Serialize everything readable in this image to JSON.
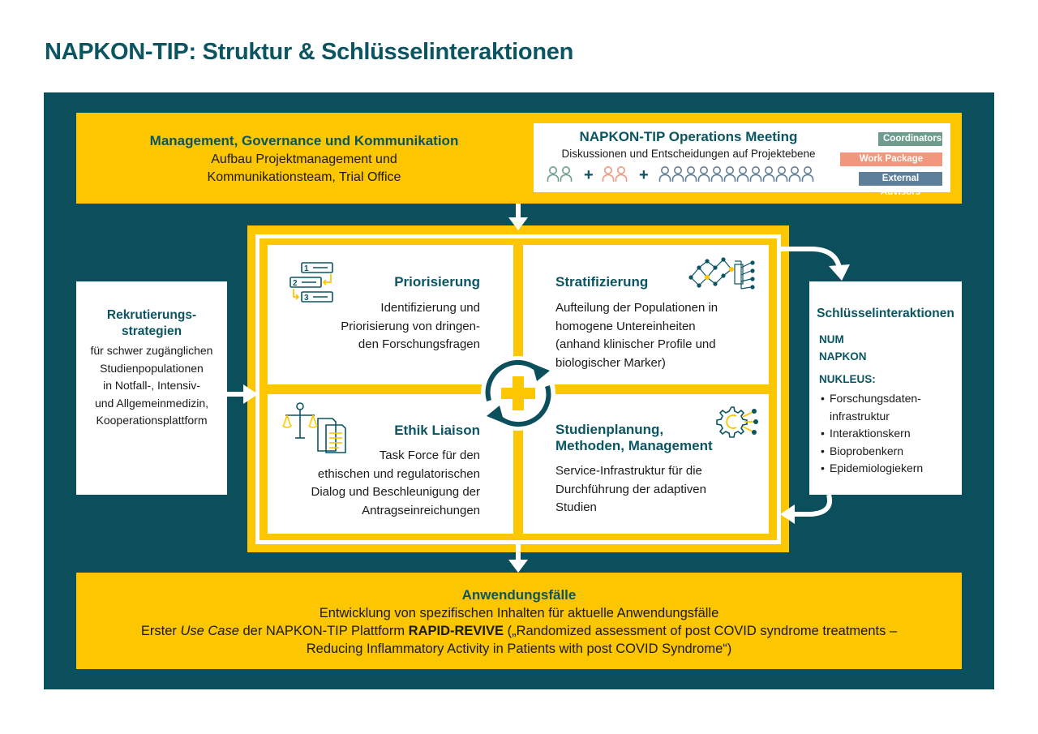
{
  "title": "NAPKON-TIP: Struktur & Schlüsselinteraktionen",
  "management": {
    "title": "Management, Governance und Kommunikation",
    "line1": "Aufbau Projektmanagement und",
    "line2": "Kommunikationsteam, Trial Office"
  },
  "operations_meeting": {
    "title": "NAPKON-TIP Operations Meeting",
    "subtitle": "Diskussionen und Entscheidungen auf Projektebene",
    "plus": "+",
    "legend": [
      {
        "label": "Coordinators",
        "color": "#6e9c8f"
      },
      {
        "label": "Work Package leaders",
        "color": "#f0977d"
      },
      {
        "label": "External Advisors",
        "color": "#5d7f99"
      }
    ]
  },
  "recruitment": {
    "title_line1": "Rekrutierungs-",
    "title_line2": "strategien",
    "lines": [
      "für schwer zugänglichen",
      "Studienpopulationen",
      "in Notfall-, Intensiv-",
      "und Allgemeinmedizin,",
      "Kooperationsplattform"
    ]
  },
  "quadrants": {
    "priorisierung": {
      "title": "Priorisierung",
      "lines": [
        "Identifizierung und",
        "Priorisierung von dringen-",
        "den Forschungsfragen"
      ],
      "icon_labels": [
        "1",
        "2",
        "3"
      ]
    },
    "stratifizierung": {
      "title": "Stratifizierung",
      "lines": [
        "Aufteilung der Populationen in",
        "homogene Untereinheiten",
        "(anhand klinischer Profile und",
        "biologischer Marker)"
      ]
    },
    "ethik": {
      "title": "Ethik Liaison",
      "lines": [
        "Task Force für den",
        "ethischen und regulatorischen",
        "Dialog und Beschleunigung der",
        "Antragseinreichungen"
      ]
    },
    "studienplanung": {
      "title_line1": "Studienplanung,",
      "title_line2": "Methoden, Management",
      "lines": [
        "Service-Infrastruktur für die",
        "Durchführung der adaptiven",
        "Studien"
      ]
    }
  },
  "key_interactions": {
    "title": "Schlüsselinteraktionen",
    "items": [
      "NUM",
      "NAPKON"
    ],
    "nukleus_label": "NUKLEUS:",
    "nukleus_items": [
      {
        "line1": "Forschungsdaten-",
        "line2": "infrastruktur"
      },
      {
        "line1": "Interaktionskern"
      },
      {
        "line1": "Bioprobenkern"
      },
      {
        "line1": "Epidemiologiekern"
      }
    ]
  },
  "use_cases": {
    "title": "Anwendungsfälle",
    "line1": "Entwicklung von spezifischen Inhalten für aktuelle Anwendungsfälle",
    "line2_prefix": "Erster ",
    "line2_italic": "Use Case",
    "line2_mid": " der NAPKON-TIP Plattform ",
    "line2_bold": "RAPID-REVIVE",
    "line2_rest": " („Randomized assessment of post COVID syndrome treatments –",
    "line3": "Reducing Inflammatory Activity in Patients with post COVID Syndrome“)"
  },
  "colors": {
    "teal": "#0b4f5c",
    "yellow": "#fcc600",
    "title_teal": "#0b5563",
    "coordinators": "#6e9c8f",
    "wp_leaders": "#f0977d",
    "advisors": "#5d7f99"
  }
}
